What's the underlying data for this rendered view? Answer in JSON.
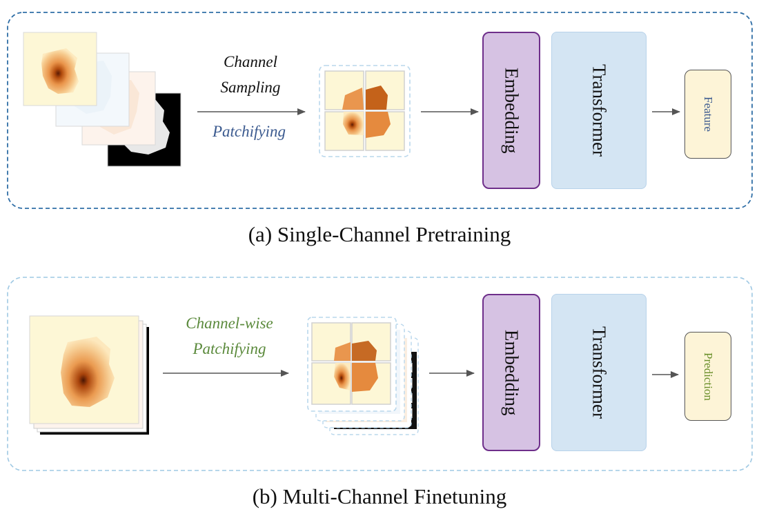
{
  "pretraining": {
    "caption": "(a) Single-Channel Pretraining",
    "step_line1": "Channel",
    "step_line2": "Sampling",
    "step_line3": "Patchifying",
    "embedding": "Embedding",
    "transformer": "Transformer",
    "output": "Feature"
  },
  "finetuning": {
    "caption": "(b) Multi-Channel Finetuning",
    "step_line1": "Channel-wise",
    "step_line2": "Patchifying",
    "embedding": "Embedding",
    "transformer": "Transformer",
    "output": "Prediction"
  },
  "colors": {
    "panel_a_border": "#2f6ea6",
    "panel_b_border": "#9ec8e3",
    "embedding_fill": "#d6c2e3",
    "embedding_border": "#6e2e8a",
    "transformer_fill": "#d4e5f3",
    "output_fill": "#fdf4d7",
    "patchify_text": "#3b5a8f",
    "channelwise_text": "#5b8a3c",
    "feature_text": "#3b5a8f",
    "prediction_text": "#6a8f2a"
  }
}
